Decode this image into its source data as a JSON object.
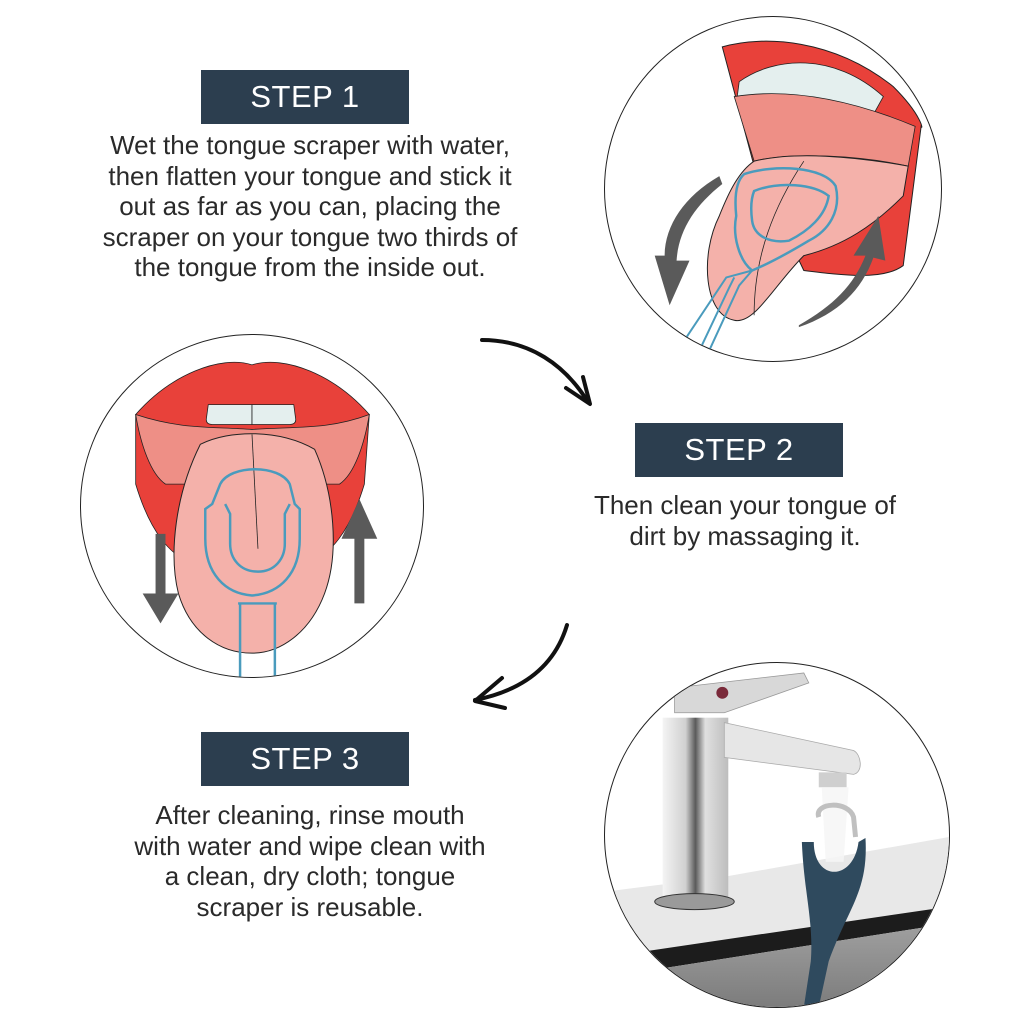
{
  "steps": [
    {
      "label": "STEP 1",
      "description": "Wet the tongue scraper with water, then flatten your tongue and stick it out as far as you can, placing the scraper on your tongue two thirds of the tongue from the inside out.",
      "lines": [
        "Wet the tongue scraper with water,",
        "then flatten your tongue and stick it",
        "out as far as you can, placing the",
        "scraper on your tongue two thirds of",
        "the tongue from the inside out."
      ],
      "illustration": "tongue-side-view-with-scraper"
    },
    {
      "label": "STEP 2",
      "description": "Then clean your tongue of dirt by massaging it.",
      "lines": [
        "Then clean your tongue of",
        "dirt by massaging it."
      ],
      "illustration": "tongue-front-view-with-scraper"
    },
    {
      "label": "STEP 3",
      "description": "After cleaning, rinse mouth with water and wipe clean with a clean, dry cloth; tongue scraper is reusable.",
      "lines": [
        "After cleaning, rinse mouth",
        "with water and wipe clean with",
        "a clean, dry cloth; tongue",
        "scraper is reusable."
      ],
      "illustration": "faucet-rinsing-scraper"
    }
  ],
  "colors": {
    "badge_bg": "#2c3e4f",
    "badge_text": "#ffffff",
    "body_text": "#2a2a2a",
    "lip_red": "#e8413a",
    "tongue_pink": "#f4b1aa",
    "mouth_inner": "#ee8f86",
    "scraper_blue": "#4a9bbd",
    "arrow_gray": "#5a5a5a",
    "scraper_handle_navy": "#2f4a5e"
  }
}
